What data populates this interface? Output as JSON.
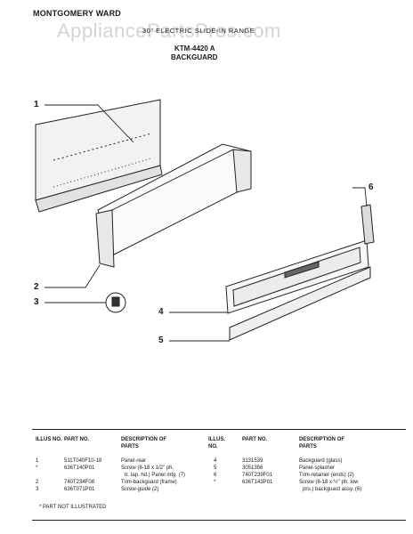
{
  "header": {
    "brand": "MONTGOMERY WARD",
    "watermark": "AppliancePartsPros.com",
    "subtitle": "30\" ELECTRIC SLIDE-IN RANGE",
    "model": "KTM-4420 A",
    "section": "BACKGUARD"
  },
  "callouts": [
    "1",
    "2",
    "3",
    "4",
    "5",
    "6"
  ],
  "table": {
    "headers": {
      "illus": "ILLUS NO.",
      "part": "PART NO.",
      "desc": "DESCRIPTION OF PARTS",
      "illus2": "ILLUS. NO.",
      "part2": "PART NO.",
      "desc2": "DESCRIPTION OF PARTS"
    },
    "left_rows": [
      {
        "illus": "1",
        "part": "511T040F10-18",
        "desc": "Panel-rear"
      },
      {
        "illus": "*",
        "part": "636T140P01",
        "desc": "Screw (8-18 x 1/2\" ph."
      },
      {
        "illus": "",
        "part": "",
        "desc": "tr. tap. hd.) Panel mtg. (7)"
      },
      {
        "illus": "2",
        "part": "740T234F08",
        "desc": "Trim-backguard (frame)"
      },
      {
        "illus": "3",
        "part": "636T071P01",
        "desc": "Screw-guide (2)"
      }
    ],
    "right_rows": [
      {
        "illus": "4",
        "part": "3131539",
        "desc": "Backguard (glass)"
      },
      {
        "illus": "5",
        "part": "3051356",
        "desc": "Panel-splasher"
      },
      {
        "illus": "6",
        "part": "740T239F01",
        "desc": "Trim-retainer (ends) (2)"
      },
      {
        "illus": "*",
        "part": "636T143P01",
        "desc": "Screw (8-18 x ½\" ph. low"
      },
      {
        "illus": "",
        "part": "",
        "desc": "pro.) backguard assy. (6)"
      }
    ]
  },
  "footnote": "* PART NOT ILLUSTRATED"
}
